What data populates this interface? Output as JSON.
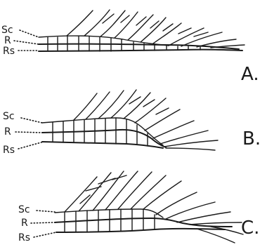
{
  "panels": [
    {
      "id": "A",
      "figure_label": "A.",
      "labels": [
        "Sc",
        "R",
        "Rs"
      ]
    },
    {
      "id": "B",
      "figure_label": "B.",
      "labels": [
        "Sc",
        "R",
        "Rs"
      ]
    },
    {
      "id": "C",
      "figure_label": "C.",
      "labels": [
        "Sc",
        "R",
        "Rs"
      ]
    }
  ]
}
